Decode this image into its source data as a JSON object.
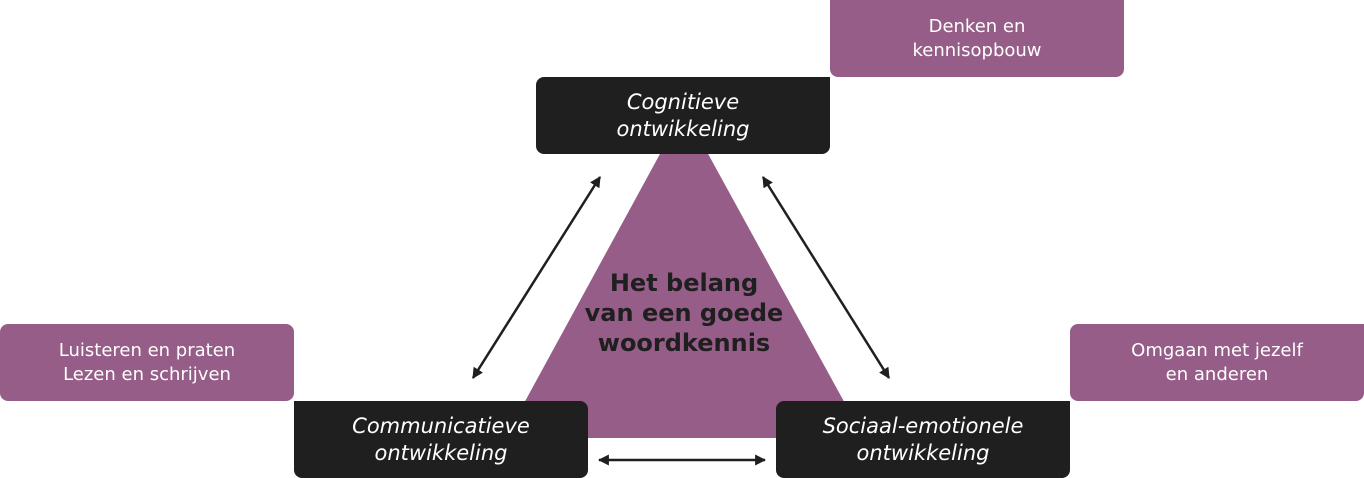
{
  "diagram": {
    "center_title": [
      "Het belang",
      "van een goede",
      "woordkennis"
    ],
    "nodes": {
      "cognitive": [
        "Cognitieve",
        "ontwikkeling"
      ],
      "communicative": [
        "Communicatieve",
        "ontwikkeling"
      ],
      "socio_emotional": [
        "Sociaal-emotionele",
        "ontwikkeling"
      ]
    },
    "tags": {
      "cognitive": [
        "Denken en",
        "kennisopbouw"
      ],
      "communicative": [
        "Luisteren en praten",
        "Lezen en schrijven"
      ],
      "socio_emotional": [
        "Omgaan met jezelf",
        "en anderen"
      ]
    },
    "colors": {
      "purple": "#955d87",
      "dark": "#1f1f1f",
      "text_light": "#ffffff"
    }
  }
}
